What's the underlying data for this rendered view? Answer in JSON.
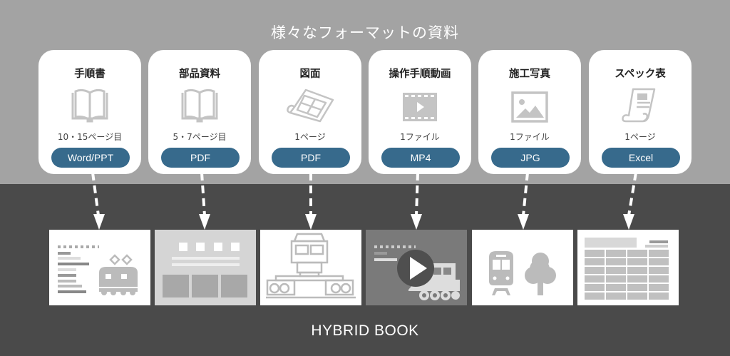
{
  "header": {
    "title": "様々なフォーマットの資料"
  },
  "cards": [
    {
      "title": "手順書",
      "icon": "open-book-icon",
      "count": "10・15ページ目",
      "format": "Word/PPT",
      "thumbnail": "manual-page-with-electric-locomotive"
    },
    {
      "title": "部品資料",
      "icon": "open-book-icon",
      "count": "5・7ページ目",
      "format": "PDF",
      "thumbnail": "parts-layout-page"
    },
    {
      "title": "図面",
      "icon": "blueprint-icon",
      "count": "1ページ",
      "format": "PDF",
      "thumbnail": "bogie-drawing"
    },
    {
      "title": "操作手順動画",
      "icon": "video-film-icon",
      "count": "1ファイル",
      "format": "MP4",
      "thumbnail": "video-steam-locomotive"
    },
    {
      "title": "施工写真",
      "icon": "image-icon",
      "count": "1ファイル",
      "format": "JPG",
      "thumbnail": "photo-train-and-tree"
    },
    {
      "title": "スペック表",
      "icon": "scroll-document-icon",
      "count": "1ページ",
      "format": "Excel",
      "thumbnail": "spec-table"
    }
  ],
  "colors": {
    "badge": "#376a8c",
    "top_band": "#a3a3a3",
    "bottom_band": "#4a4a4a"
  },
  "footer": {
    "title": "HYBRID BOOK"
  }
}
